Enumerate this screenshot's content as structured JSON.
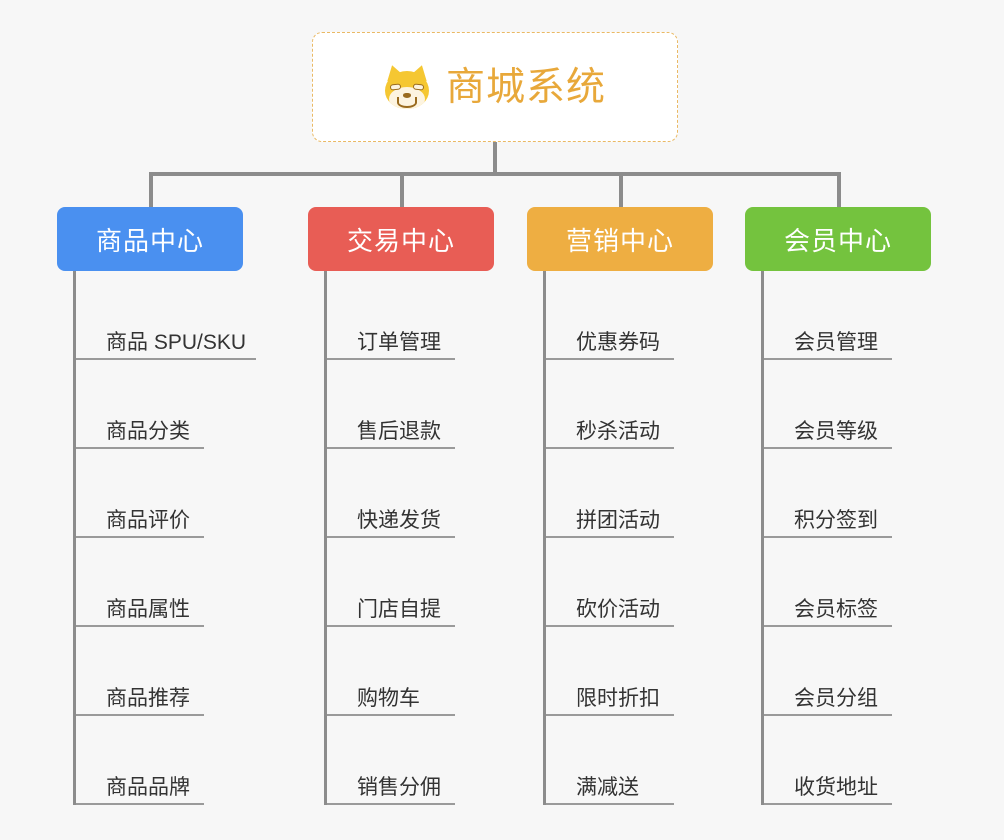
{
  "root": {
    "title": "商城系统",
    "icon": "shiba-dog-icon",
    "title_color": "#e8a83a",
    "border_color": "#eab964"
  },
  "canvas": {
    "background": "#f7f7f7",
    "connector_color": "#8c8c8c"
  },
  "categories": [
    {
      "label": "商品中心",
      "color": "#4a90f0",
      "items": [
        "商品 SPU/SKU",
        "商品分类",
        "商品评价",
        "商品属性",
        "商品推荐",
        "商品品牌"
      ]
    },
    {
      "label": "交易中心",
      "color": "#e85d55",
      "items": [
        "订单管理",
        "售后退款",
        "快递发货",
        "门店自提",
        "购物车",
        "销售分佣"
      ]
    },
    {
      "label": "营销中心",
      "color": "#eeae42",
      "items": [
        "优惠券码",
        "秒杀活动",
        "拼团活动",
        "砍价活动",
        "限时折扣",
        "满减送"
      ]
    },
    {
      "label": "会员中心",
      "color": "#74c33e",
      "items": [
        "会员管理",
        "会员等级",
        "积分签到",
        "会员标签",
        "会员分组",
        "收货地址"
      ]
    }
  ]
}
